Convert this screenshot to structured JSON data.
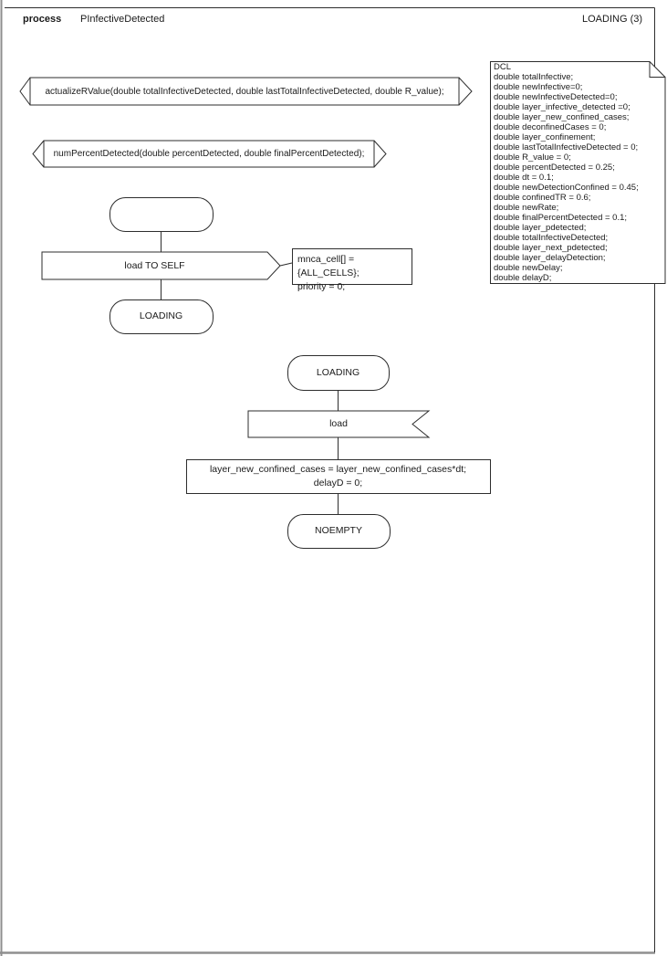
{
  "header": {
    "keyword": "process",
    "process_name": "PInfectiveDetected",
    "page_label": "LOADING (3)"
  },
  "declarations": {
    "procedure_1": "actualizeRValue(double totalInfectiveDetected, double lastTotalInfectiveDetected, double R_value);",
    "procedure_2": "numPercentDetected(double percentDetected, double finalPercentDetected);",
    "dcl_lines": [
      "DCL",
      "double totalInfective;",
      "double newInfective=0;",
      "double newInfectiveDetected=0;",
      "double layer_infective_detected =0;",
      "double layer_new_confined_cases;",
      "double deconfinedCases = 0;",
      "double layer_confinement;",
      "double lastTotalInfectiveDetected = 0;",
      "double R_value = 0;",
      "double percentDetected = 0.25;",
      "double dt = 0.1;",
      "double newDetectionConfined = 0.45;",
      "double confinedTR = 0.6;",
      "double newRate;",
      "double finalPercentDetected = 0.1;",
      "double layer_pdetected;",
      "double totalInfectiveDetected;",
      "double layer_next_pdetected;",
      "double layer_delayDetection;",
      "double newDelay;",
      "double delayD;"
    ]
  },
  "flow_start": {
    "output_label": "load TO SELF",
    "comment_lines": [
      "mnca_cell[] = {ALL_CELLS};",
      "priority = 0;"
    ],
    "state_after": "LOADING"
  },
  "flow_loading": {
    "state": "LOADING",
    "input_label": "load",
    "task_lines": [
      "layer_new_confined_cases = layer_new_confined_cases*dt;",
      "delayD = 0;"
    ],
    "next_state": "NOEMPTY"
  },
  "colors": {
    "shape_stroke": "#2d2d2d",
    "page_edge": "#8f8f8f",
    "text": "#1a1a1a",
    "fill": "#ffffff"
  }
}
